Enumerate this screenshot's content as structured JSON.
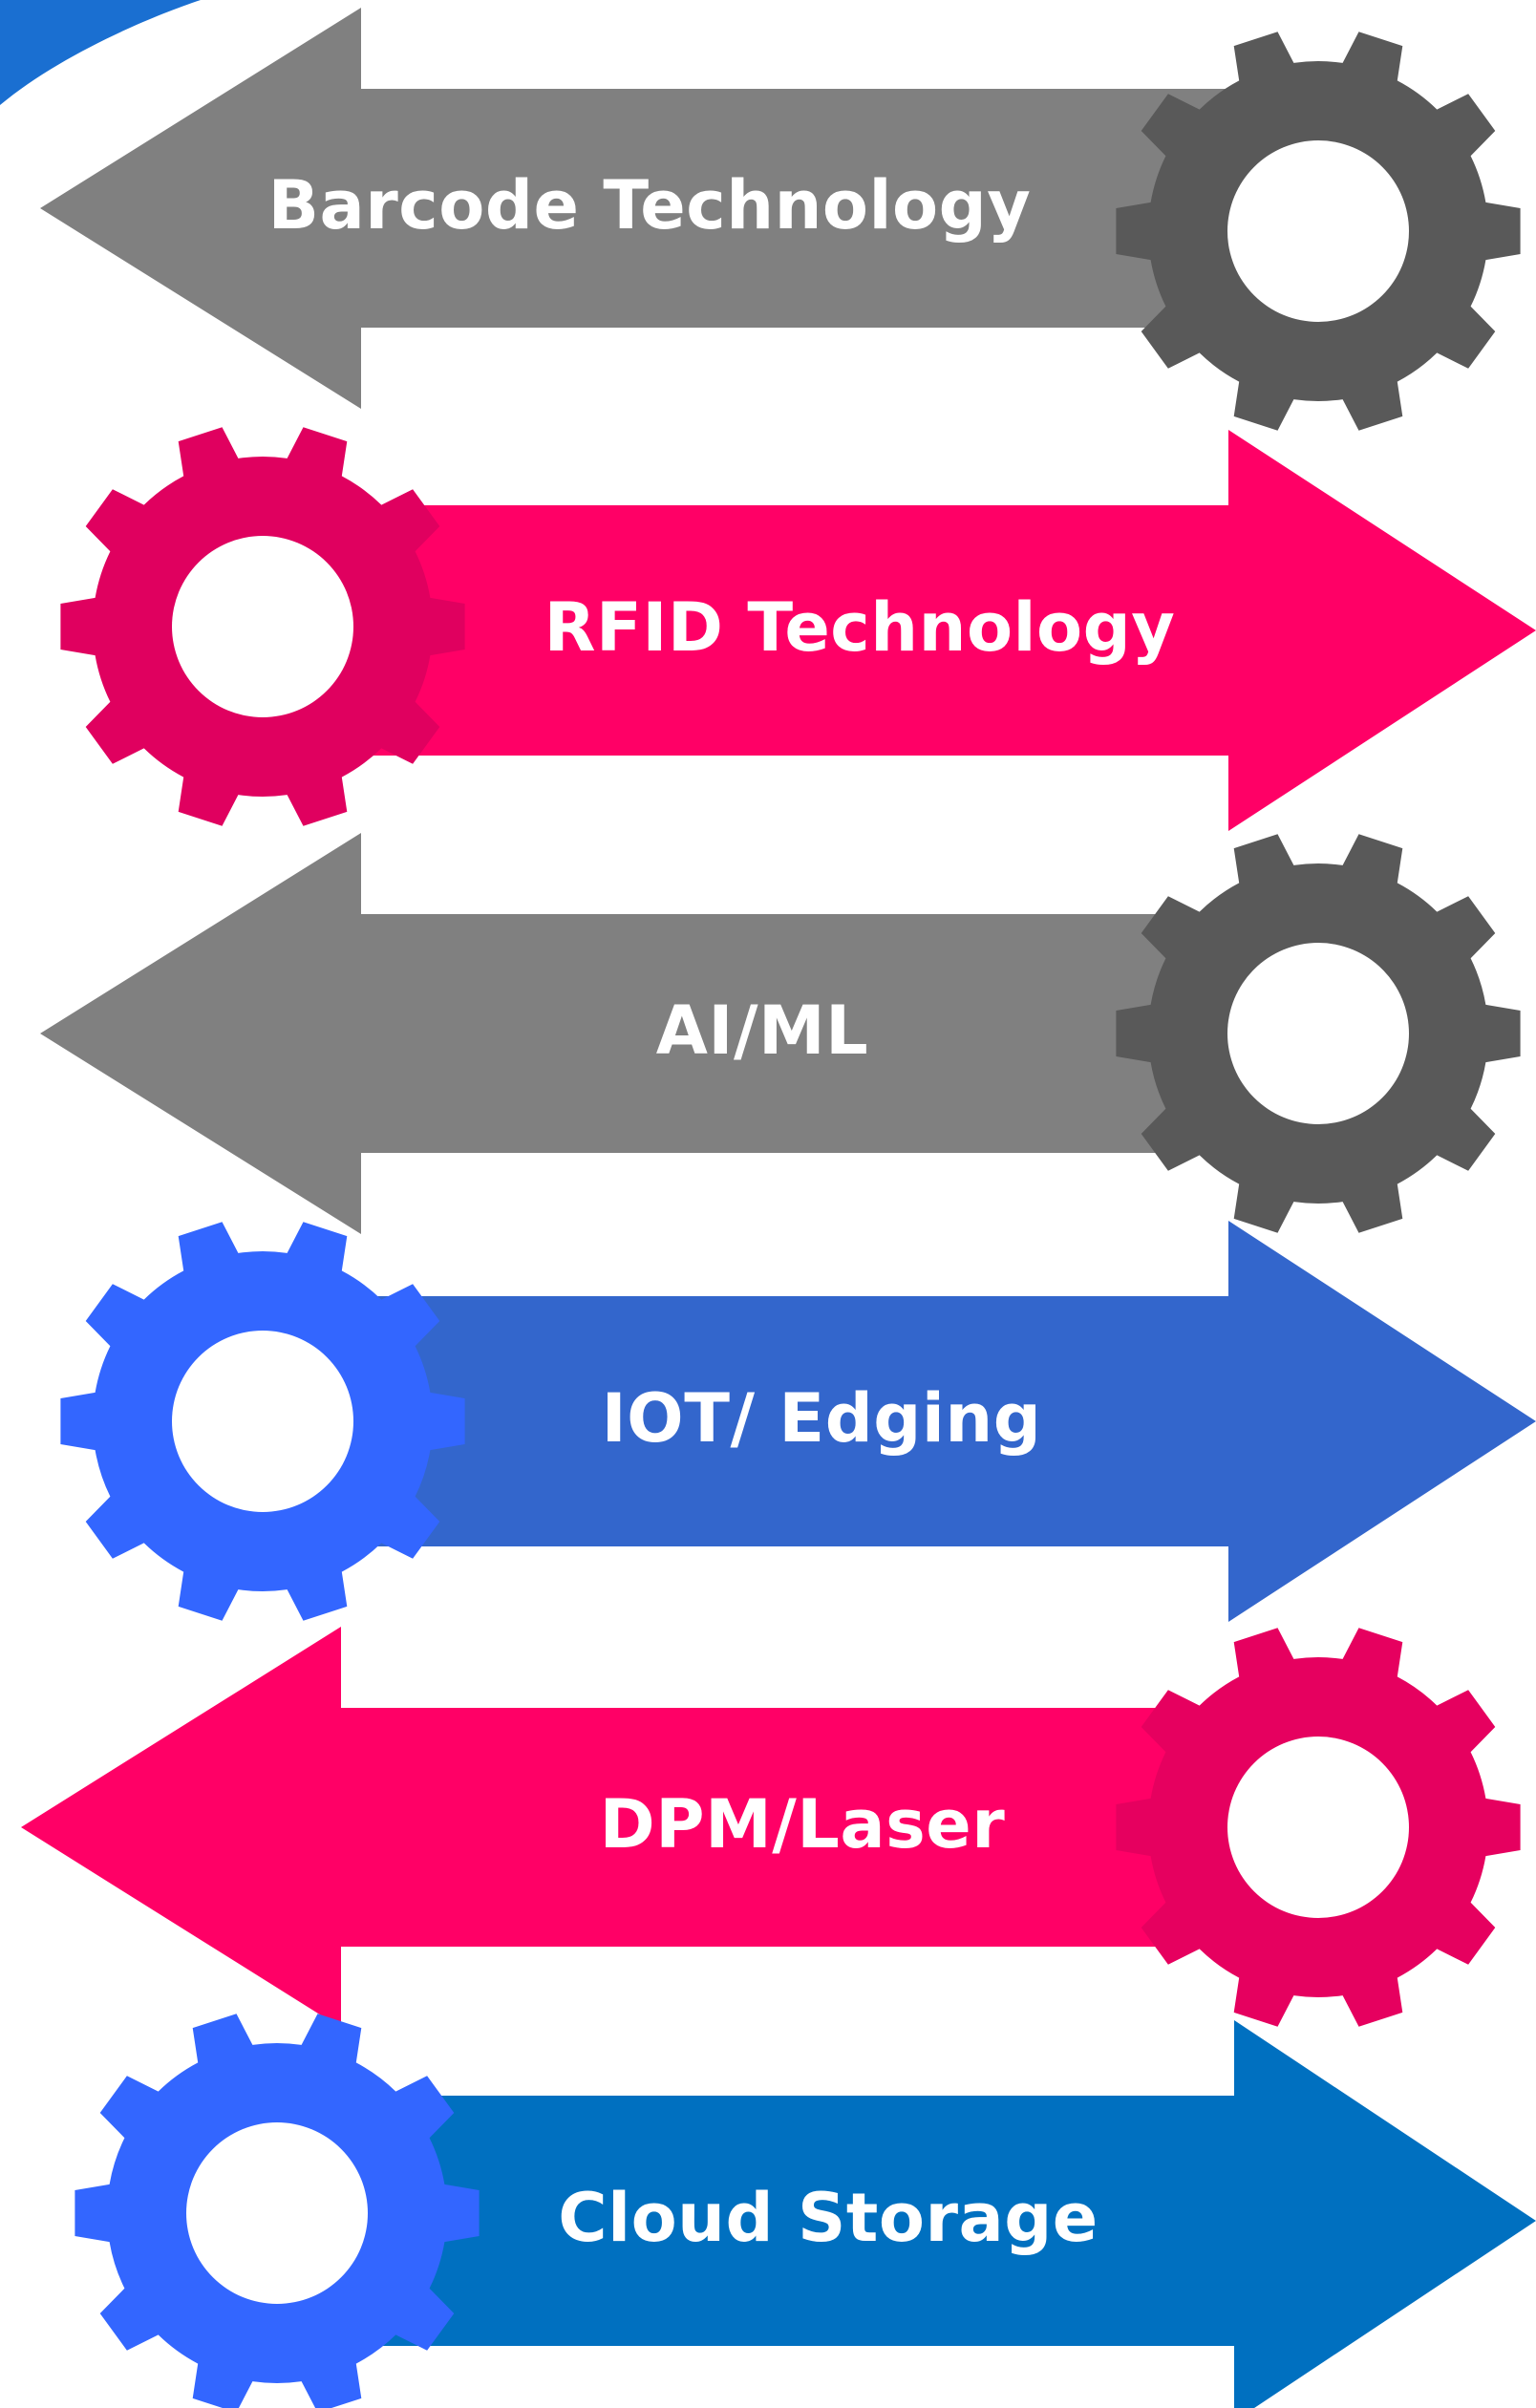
{
  "items": [
    {
      "label": "Barcode Technology",
      "direction": "left",
      "arrow_color": "#808080",
      "gear_color": "#595959"
    },
    {
      "label": "RFID Technology",
      "direction": "right",
      "arrow_color": "#FF0066",
      "gear_color": "#E0005F"
    },
    {
      "label": "AI/ML",
      "direction": "left",
      "arrow_color": "#808080",
      "gear_color": "#595959"
    },
    {
      "label": "IOT/ Edging",
      "direction": "right",
      "arrow_color": "#3366CC",
      "gear_color": "#3366FF"
    },
    {
      "label": "DPM/Laser",
      "direction": "left",
      "arrow_color": "#FF0066",
      "gear_color": "#E6005F"
    },
    {
      "label": "Cloud Storage",
      "direction": "right",
      "arrow_color": "#0070C0",
      "gear_color": "#3366FF"
    }
  ],
  "corner_accent_color": "#1A6FD1",
  "gear_icon": "gear-icon",
  "arrow_icon": "arrow-icon"
}
